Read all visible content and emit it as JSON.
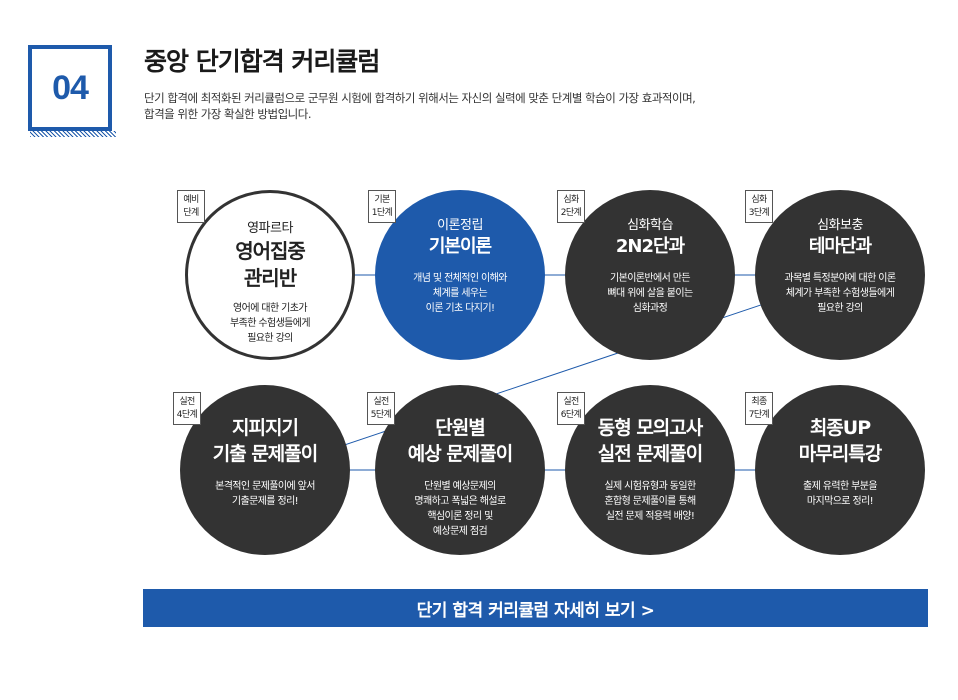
{
  "section": {
    "number": "04",
    "title": "중앙 단기합격 커리큘럼",
    "desc_line1": "단기 합격에 최적화된 커리큘럼으로 군무원 시험에 합격하기 위해서는 자신의 실력에 맞춘 단계별 학습이 가장 효과적이며,",
    "desc_line2": "합격을 위한 가장 확실한 방법입니다."
  },
  "steps": [
    {
      "tag1": "예비",
      "tag2": "단계",
      "sub": "영파르타",
      "main": "영어집중\n관리반",
      "body": "영어에 대한 기초가\n부족한 수험생들에게\n필요한 강의"
    },
    {
      "tag1": "기본",
      "tag2": "1단계",
      "sub": "이론정립",
      "main": "기본이론",
      "body": "개념 및 전체적인 이해와\n체계를 세우는\n이론 기초 다지기!"
    },
    {
      "tag1": "심화",
      "tag2": "2단계",
      "sub": "심화학습",
      "main": "2N2단과",
      "body": "기본이론반에서 만든\n뼈대 위에 살을 붙이는\n심화과정"
    },
    {
      "tag1": "심화",
      "tag2": "3단계",
      "sub": "심화보충",
      "main": "테마단과",
      "body": "과목별 특정분야에 대한 이론\n체계가 부족한 수험생들에게\n필요한 강의"
    },
    {
      "tag1": "실전",
      "tag2": "4단계",
      "main": "지피지기\n기출 문제풀이",
      "body": "본격적인 문제풀이에 앞서\n기출문제를 정리!"
    },
    {
      "tag1": "실전",
      "tag2": "5단계",
      "main": "단원별\n예상 문제풀이",
      "body": "단원별 예상문제의\n명쾌하고 폭넓은 해설로\n핵심이론 정리 및\n예상문제 점검"
    },
    {
      "tag1": "실전",
      "tag2": "6단계",
      "main": "동형 모의고사\n실전 문제풀이",
      "body": "실제 시험유형과 동일한\n혼합형 문제풀이를 통해\n실전 문제 적용력 배양!"
    },
    {
      "tag1": "최종",
      "tag2": "7단계",
      "main": "최종UP\n마무리특강",
      "body": "출제 유력한 부분을\n마지막으로 정리!"
    }
  ],
  "cta": {
    "label": "단기 합격 커리큘럼 자세히 보기 >"
  },
  "colors": {
    "accent": "#1e5aab",
    "dark": "#333333"
  }
}
